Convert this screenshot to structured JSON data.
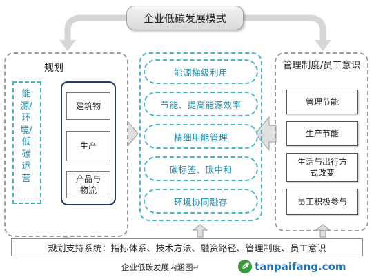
{
  "title": "企业低碳发展模式",
  "left": {
    "heading": "规划",
    "vertical_text": "能源/环境/低碳运营",
    "items": [
      "建筑物",
      "生产",
      "产品与物流"
    ]
  },
  "center": {
    "items": [
      "能源梯级利用",
      "节能、提高能源效率",
      "精细用能管理",
      "碳标签、碳中和",
      "环境协同融存"
    ]
  },
  "right": {
    "heading": "管理制度/员工意识",
    "items": [
      "管理节能",
      "生产节能",
      "生活与出行方式改变",
      "员工积极参与"
    ]
  },
  "bottom_bar": "规划支持系统：指标体系、技术方法、融资路径、管理制度、员工意识",
  "caption": "企业低碳发展内涵图",
  "caption_mark": "↵",
  "logo": {
    "text": "tanpaifang.com"
  },
  "colors": {
    "accent": "#47b6c9",
    "dark_border": "#243a6b",
    "logo": "#1f6fb6"
  }
}
